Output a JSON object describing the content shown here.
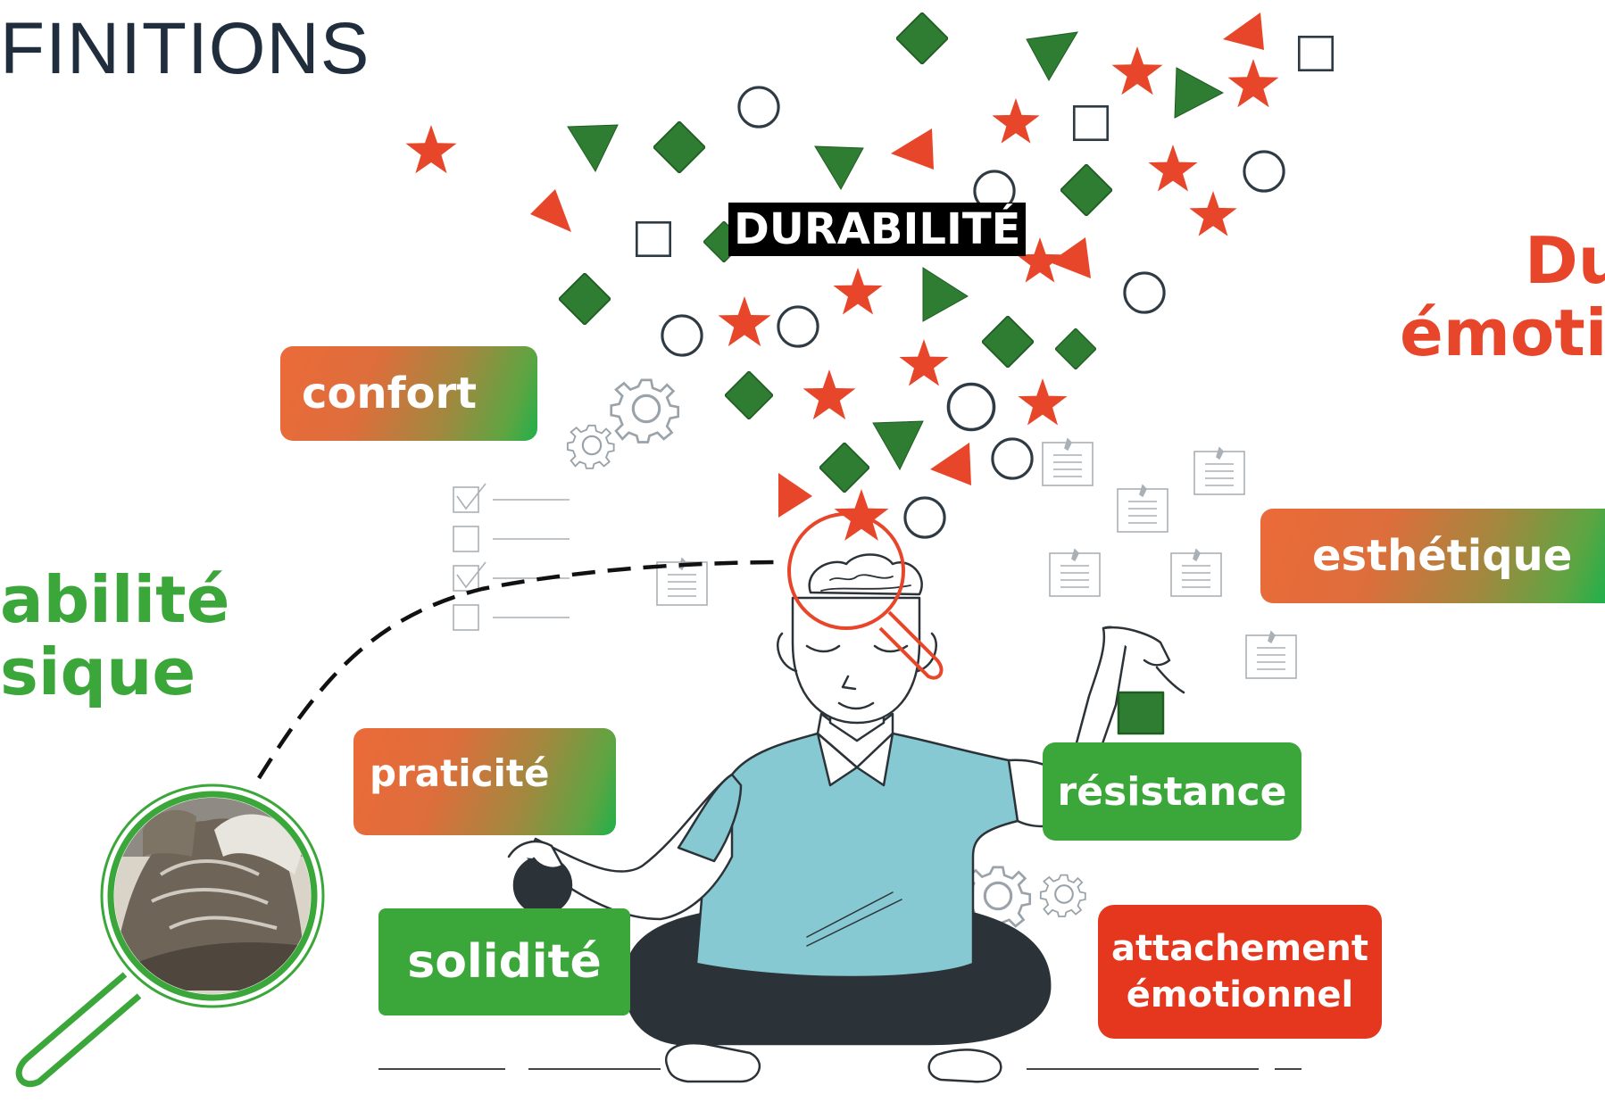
{
  "header": {
    "title": "FINITIONS"
  },
  "center": {
    "title": "DURABILITÉ"
  },
  "left_heading": {
    "line1": "abilité",
    "line2": "sique"
  },
  "right_heading": {
    "line1": "Du",
    "line2": "émoti"
  },
  "labels": {
    "confort": "confort",
    "esthetique": "esthétique",
    "praticite": "praticité",
    "solidite": "solidité",
    "resistance": "résistance",
    "attachement_line1": "attachement",
    "attachement_line2": "émotionnel"
  },
  "colors": {
    "green": "#3ba73a",
    "dark_green": "#2e7d32",
    "orange_red": "#e8462a",
    "red": "#e5371e",
    "shirt": "#86c9d2",
    "pants": "#2c3338",
    "title_text": "#1f2d3d"
  },
  "icons": [
    "brain-icon",
    "magnifier-icon",
    "gear-icon",
    "note-icon",
    "checklist-icon",
    "star-icon",
    "diamond-icon",
    "triangle-icon",
    "circle-icon",
    "square-icon"
  ]
}
